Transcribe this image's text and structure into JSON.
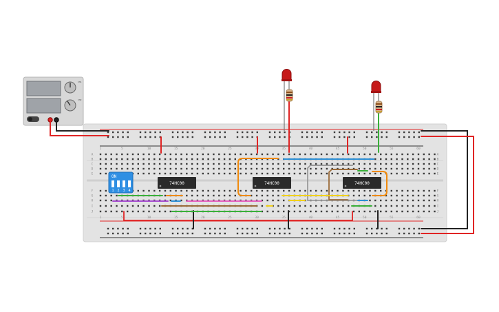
{
  "app": {
    "canvas": "circuit-breadboard"
  },
  "breadboard": {
    "column_numbers": [
      "1",
      "5",
      "10",
      "15",
      "20",
      "25",
      "30",
      "35",
      "40",
      "45",
      "50",
      "55",
      "60"
    ],
    "row_letters_top": [
      "A",
      "B",
      "C",
      "D",
      "E"
    ],
    "row_letters_bottom": [
      "F",
      "G",
      "H",
      "I",
      "J"
    ]
  },
  "power_supply": {
    "display1": "",
    "display2": "",
    "label_ch1": "CH1",
    "label_ch2": "CH2"
  },
  "dip_switch": {
    "label": "ON",
    "positions": [
      "1",
      "2",
      "3",
      "4"
    ]
  },
  "chips": [
    {
      "label": "74HC00"
    },
    {
      "label": "74HC00"
    },
    {
      "label": "74HC00"
    }
  ],
  "leds": [
    {
      "color": "red"
    },
    {
      "color": "red"
    }
  ],
  "colors": {
    "board": "#e3e3e3",
    "rail_red": "#e02424",
    "rail_black": "#222222",
    "dip": "#2f8fe3",
    "chip": "#2a2a2a",
    "wire_orange": "#f08a0c",
    "wire_blue": "#2b8fd6",
    "wire_green": "#3ab03a",
    "wire_yellow": "#f2d11a",
    "wire_purple": "#a64bd0",
    "wire_brown": "#9b6b3a",
    "wire_gray": "#9a9a9a",
    "wire_pink": "#e65fc0"
  }
}
